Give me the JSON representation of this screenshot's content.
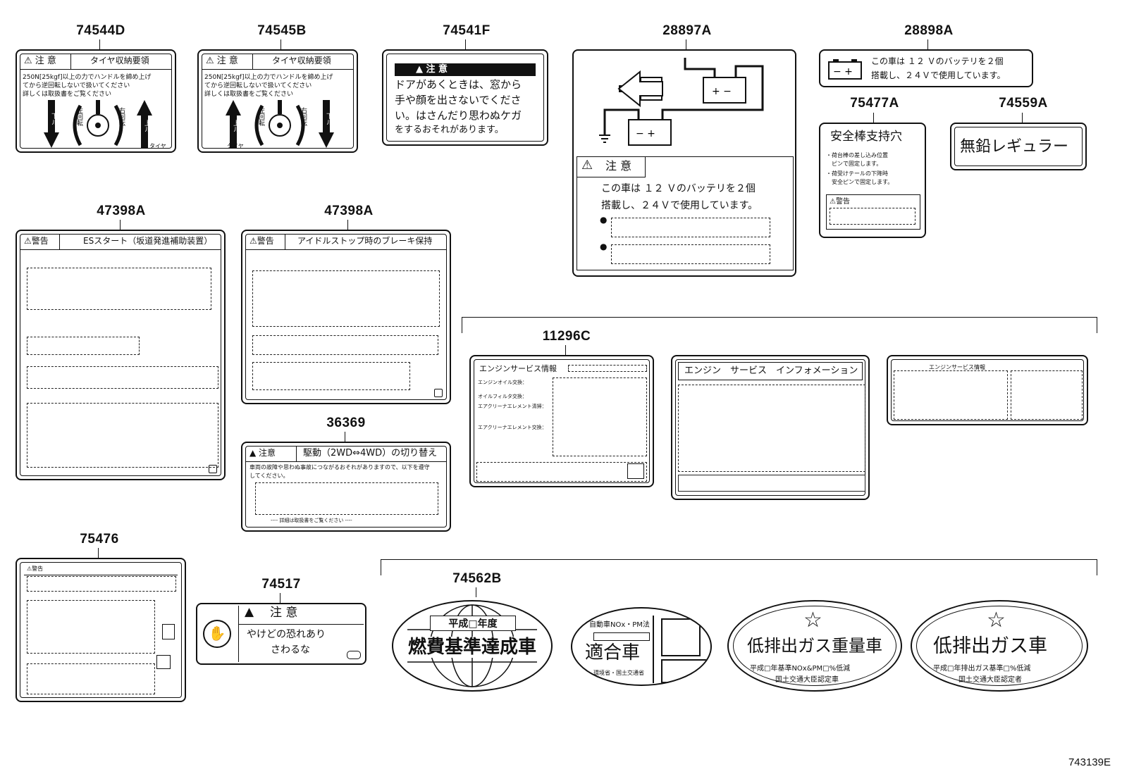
{
  "parts": {
    "p74544D": "74544D",
    "p74545B": "74545B",
    "p74541F": "74541F",
    "p28897A": "28897A",
    "p28898A": "28898A",
    "p75477A": "75477A",
    "p74559A": "74559A",
    "p47398A_1": "47398A",
    "p47398A_2": "47398A",
    "p36369": "36369",
    "p11296C": "11296C",
    "p75476": "75476",
    "p74517": "74517",
    "p74562B": "74562B"
  },
  "labels": {
    "l74544D": {
      "caution": "⚠ 注 意",
      "title": "タイヤ収納要領",
      "line1": "250N[25kgf]以上の力でハンドルを締め上げ",
      "line2": "てから逆回転しないで扱いてください",
      "line3": "詳しくは取扱書をご覧ください",
      "down": "下ル",
      "up": "上ル",
      "left": "左回転",
      "right": "右回転",
      "tire": "タイヤ"
    },
    "l74545B": {
      "caution": "⚠ 注 意",
      "title": "タイヤ収納要領",
      "line1": "250N[25kgf]以上の力でハンドルを締め上げ",
      "line2": "てから逆回転しないで扱いてください",
      "line3": "詳しくは取扱書をご覧ください",
      "down": "下ル",
      "up": "上ル",
      "left": "左回転",
      "right": "右回転",
      "tire": "タイヤ"
    },
    "l74541F": {
      "caution": "▲  注    意",
      "line1": "ドアがあくときは、窓から",
      "line2": "手や顔を出さないでくださ",
      "line3": "い。はさんだり思わぬケガ",
      "line4": "をするおそれがあります。"
    },
    "l28897A": {
      "caution": "注 意",
      "line1": "この車は １２ Ｖのバッテリを２個",
      "line2": "搭載し、２４Ｖで使用しています。"
    },
    "l28898A": {
      "line1": "この車は １２ Ｖのバッテリを２個",
      "line2": "搭載し、２４Ｖで使用しています。"
    },
    "l75477A": {
      "title": "安全棒支持穴",
      "b1": "・荷台棒の差し込み位置",
      "b1b": "ピンで固定します。",
      "b2": "・荷受けテールの下降時",
      "b2b": "安全ピンで固定します。",
      "warn": "警告"
    },
    "l74559A": {
      "text": "無鉛レギュラー"
    },
    "l47398A_1": {
      "warn": "警告",
      "title": "ESスタート（坂道発進補助装置）"
    },
    "l47398A_2": {
      "warn": "警告",
      "title": "アイドルストップ時のブレーキ保持"
    },
    "l36369": {
      "caution": "注意",
      "title": "駆動（2WD⇔4WD）の切り替え",
      "line1": "車両の故障や思わぬ事故につながるおそれがありますので、以下を遵守",
      "line2": "してください。",
      "foot": "---- 詳細は取扱書をご覧ください ----"
    },
    "l11296C_a": {
      "title": "エンジンサービス情報",
      "r1": "エンジンオイル交換：",
      "r2": "オイルフィルタ交換：",
      "r3": "エアクリーナエレメント清掃：",
      "r4": "エアクリーナエレメント交換："
    },
    "l11296C_b": {
      "title": "エンジン　サービス　インフォメーション"
    },
    "l11296C_c": {
      "title": "エンジンサービス情報"
    },
    "l75476": {
      "warn": "警告"
    },
    "l74517": {
      "caution": "注  意",
      "line1": "やけどの恐れあり",
      "line2": "さわるな"
    },
    "o1": {
      "top": "平成□年度",
      "main": "燃費基準達成車"
    },
    "o2": {
      "top": "自動車NOx・PM法",
      "main": "適合車",
      "bottom": "環境省・国土交通省"
    },
    "o3": {
      "star": "☆",
      "main": "低排出ガス重量車",
      "l1": "平成□年基準NOx&PM□%低減",
      "l2": "国土交通大臣認定車"
    },
    "o4": {
      "star": "☆",
      "main": "低排出ガス車",
      "l1": "平成□年排出ガス基準□%低減",
      "l2": "国土交通大臣認定者"
    }
  },
  "figure_id": "743139E"
}
